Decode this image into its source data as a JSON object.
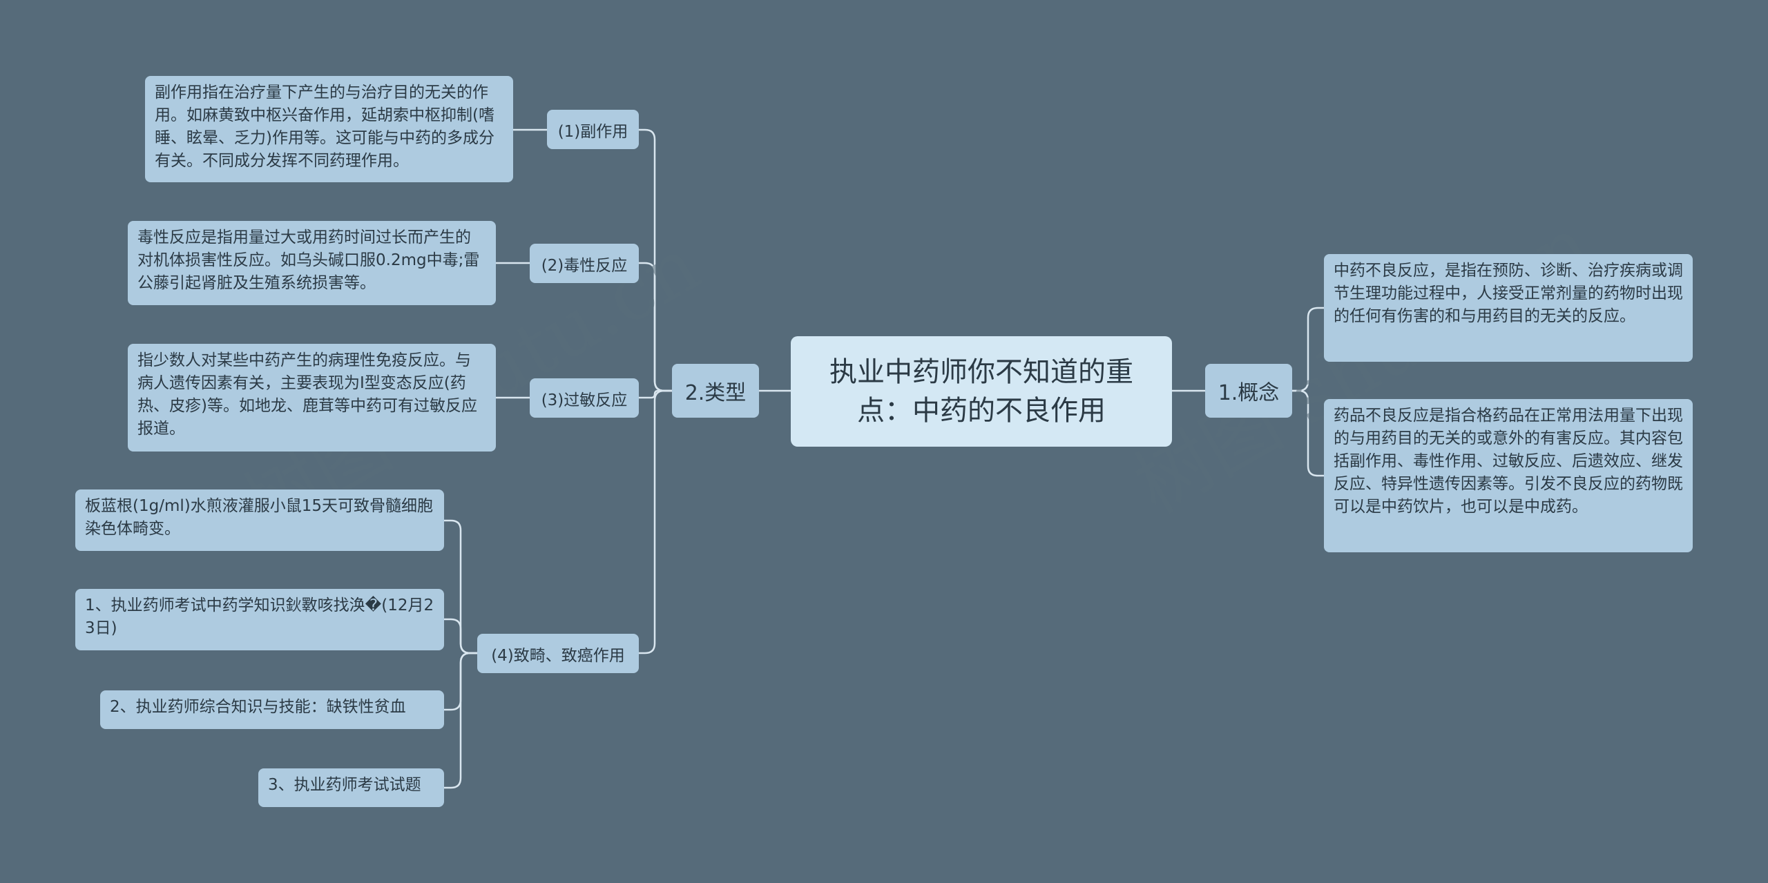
{
  "root": {
    "label": "执业中药师你不知道的重点：中药的不良作用"
  },
  "types": {
    "label": "2.类型",
    "children": [
      {
        "label": "(1)副作用",
        "details": [
          "副作用指在治疗量下产生的与治疗目的无关的作用。如麻黄致中枢兴奋作用，延胡索中枢抑制(嗜睡、眩晕、乏力)作用等。这可能与中药的多成分有关。不同成分发挥不同药理作用。"
        ]
      },
      {
        "label": "(2)毒性反应",
        "details": [
          "毒性反应是指用量过大或用药时间过长而产生的对机体损害性反应。如乌头碱口服0.2mg中毒;雷公藤引起肾脏及生殖系统损害等。"
        ]
      },
      {
        "label": "(3)过敏反应",
        "details": [
          "指少数人对某些中药产生的病理性免疫反应。与病人遗传因素有关，主要表现为Ⅰ型变态反应(药热、皮疹)等。如地龙、鹿茸等中药可有过敏反应报道。"
        ]
      },
      {
        "label": "(4)致畸、致癌作用",
        "details": [
          "板蓝根(1g/ml)水煎液灌服小鼠15天可致骨髓细胞染色体畸变。",
          "1、执业药师考试中药学知识鈥斁咳找涣�(12月23日)",
          "2、执业药师综合知识与技能：缺铁性贫血",
          "3、执业药师考试试题"
        ]
      }
    ]
  },
  "concept": {
    "label": "1.概念",
    "details": [
      "中药不良反应，是指在预防、诊断、治疗疾病或调节生理功能过程中，人接受正常剂量的药物时出现的任何有伤害的和与用药目的无关的反应。",
      "药品不良反应是指合格药品在正常用法用量下出现的与用药目的无关的或意外的有害反应。其内容包括副作用、毒性作用、过敏反应、后遗效应、继发反应、特异性遗传因素等。引发不良反应的药物既可以是中药饮片，也可以是中成药。"
    ]
  },
  "watermarks": [
    "树图 shutu.cn",
    "树图 shutu.cn"
  ],
  "colors": {
    "background": "#566b7a",
    "node": "#aecbe0",
    "root": "#d4e8f4",
    "line": "#d9e6ef"
  }
}
